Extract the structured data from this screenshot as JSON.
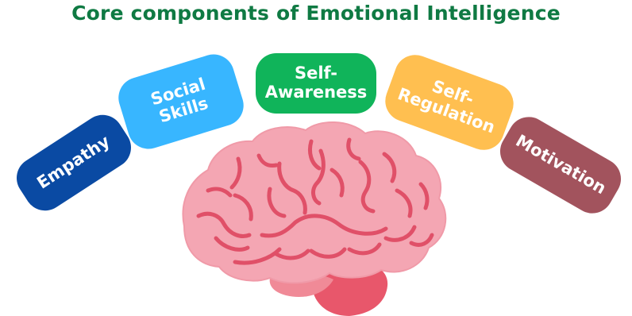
{
  "title": "Core components of Emotional Intelligence",
  "components": [
    {
      "label": "Empathy",
      "color": "#0a4aa3"
    },
    {
      "label": "Social\nSkills",
      "color": "#38b6ff"
    },
    {
      "label": "Self-\nAwareness",
      "color": "#10b45a"
    },
    {
      "label": "Self-\nRegulation",
      "color": "#ffbf50"
    },
    {
      "label": "Motivation",
      "color": "#a2535d"
    }
  ],
  "colors": {
    "title": "#0f7a43",
    "brain_fill": "#f4a6b3",
    "brain_grooves": "#e05068",
    "brainstem": "#e8576b"
  },
  "icons": [
    "brain-icon"
  ]
}
